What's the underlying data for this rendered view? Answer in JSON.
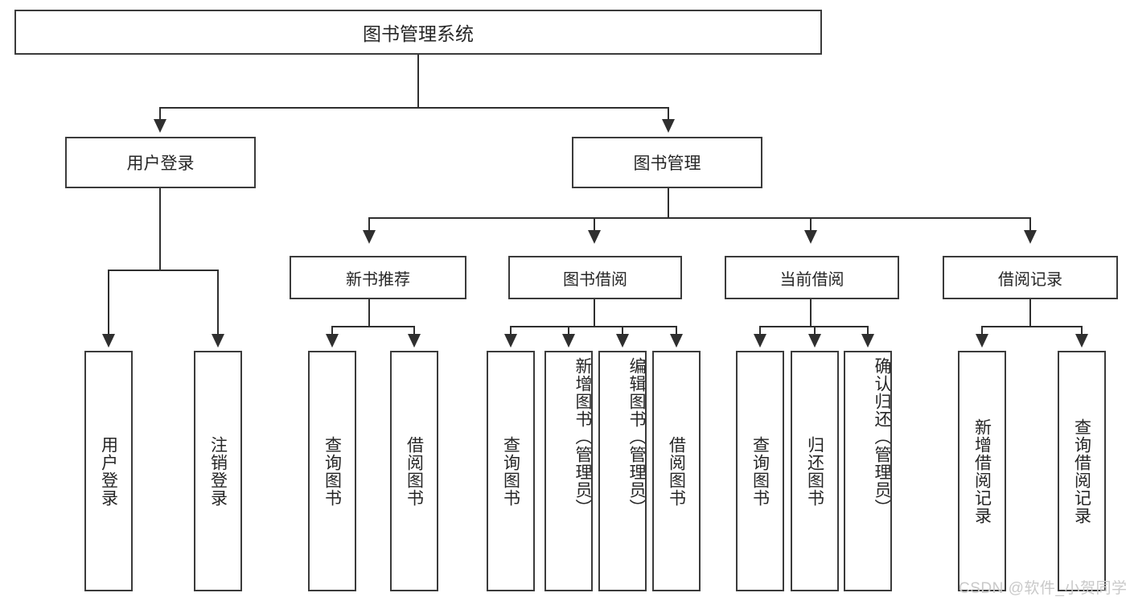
{
  "diagram": {
    "title": "图书管理系统",
    "type": "hierarchy-tree",
    "root": {
      "label": "图书管理系统"
    },
    "level1": [
      {
        "label": "用户登录"
      },
      {
        "label": "图书管理"
      }
    ],
    "level2": [
      {
        "label": "新书推荐"
      },
      {
        "label": "图书借阅"
      },
      {
        "label": "当前借阅"
      },
      {
        "label": "借阅记录"
      }
    ],
    "leaves": {
      "user_login": [
        {
          "label": "用户登录"
        },
        {
          "label": "注销登录"
        }
      ],
      "new_book_recommend": [
        {
          "label": "查询图书"
        },
        {
          "label": "借阅图书"
        }
      ],
      "book_borrow": [
        {
          "label": "查询图书"
        },
        {
          "label": "新增图书（管理员）"
        },
        {
          "label": "编辑图书（管理员）"
        },
        {
          "label": "借阅图书"
        }
      ],
      "current_borrow": [
        {
          "label": "查询图书"
        },
        {
          "label": "归还图书"
        },
        {
          "label": "确认归还（管理员）"
        }
      ],
      "borrow_record": [
        {
          "label": "新增借阅记录"
        },
        {
          "label": "查询借阅记录"
        }
      ]
    },
    "watermark": "CSDN @软件_小贺同学",
    "colors": {
      "border": "#3b3b3b",
      "line": "#2f2f2f",
      "text": "#262626",
      "background": "#ffffff",
      "watermark": "#c9c9c9"
    }
  }
}
